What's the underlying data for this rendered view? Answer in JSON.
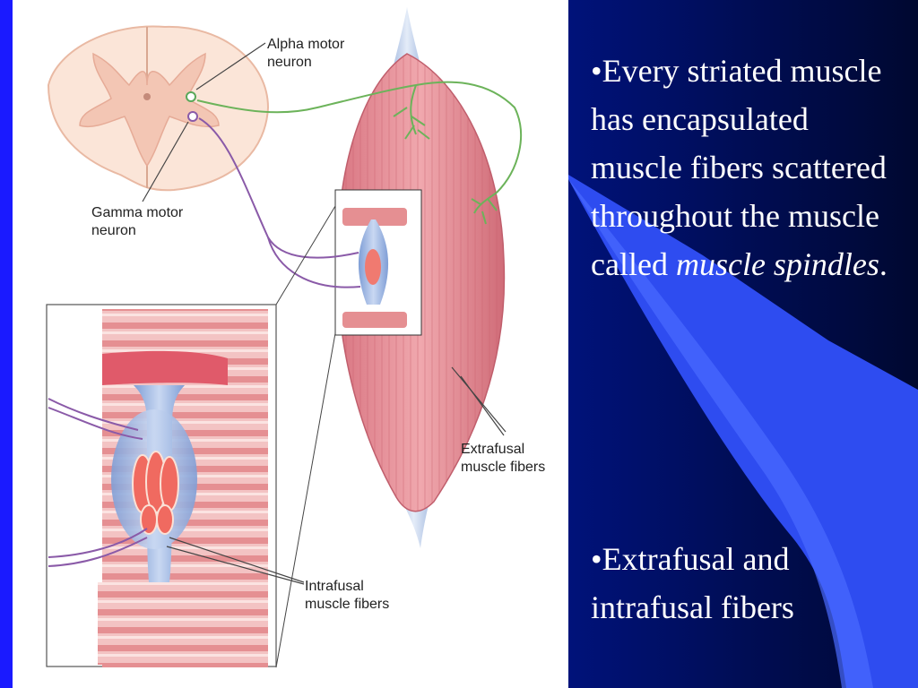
{
  "diagram": {
    "labels": {
      "alpha_motor_neuron": "Alpha motor\nneuron",
      "gamma_motor_neuron": "Gamma motor\nneuron",
      "extrafusal_fibers": "Extrafusal\nmuscle fibers",
      "intrafusal_fibers": "Intrafusal\nmuscle fibers"
    }
  },
  "text_panel": {
    "bullet1_main": "•Every striated muscle has encapsulated muscle fibers scattered throughout the muscle called ",
    "bullet1_emph": "muscle spindles",
    "bullet1_end": ".",
    "bullet2": "•Extrafusal and intrafusal fibers"
  },
  "colors": {
    "slide_bg_navy": "#00127a",
    "accent_blue": "#3a5cff",
    "left_bar": "#1a1aff",
    "muscle_pink": "#e48a93",
    "alpha_neuron_green": "#6cb35a",
    "gamma_neuron_purple": "#8a5aa8"
  }
}
